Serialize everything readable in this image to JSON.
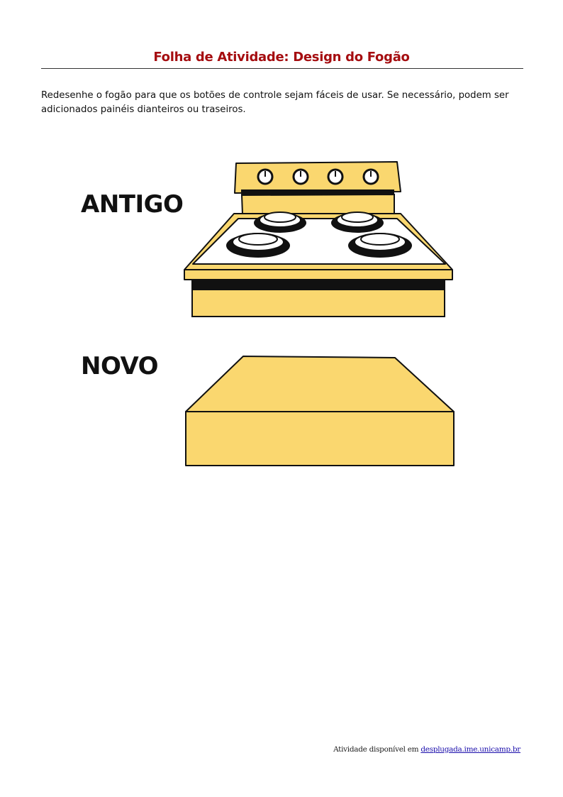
{
  "document": {
    "title": "Folha de Atividade: Design do Fogão",
    "instructions": "Redesenhe o fogão para que os botões de controle sejam fáceis de usar. Se necessário, podem ser adicionados painéis dianteiros ou traseiros."
  },
  "labels": {
    "old": "ANTIGO",
    "new": "NOVO"
  },
  "illustrations": {
    "old_stove": {
      "knob_count": 4,
      "burner_count": 4,
      "color": "#fad76f"
    },
    "new_stove": {
      "knob_count": 0,
      "burner_count": 0,
      "color": "#fad76f"
    }
  },
  "footer": {
    "text": "Atividade disponível em ",
    "link_text": "desplugada.ime.unicamp.br"
  },
  "colors": {
    "title": "#a50d10",
    "stove_body": "#fad76f",
    "outline": "#111111",
    "link": "#1a0dab"
  }
}
